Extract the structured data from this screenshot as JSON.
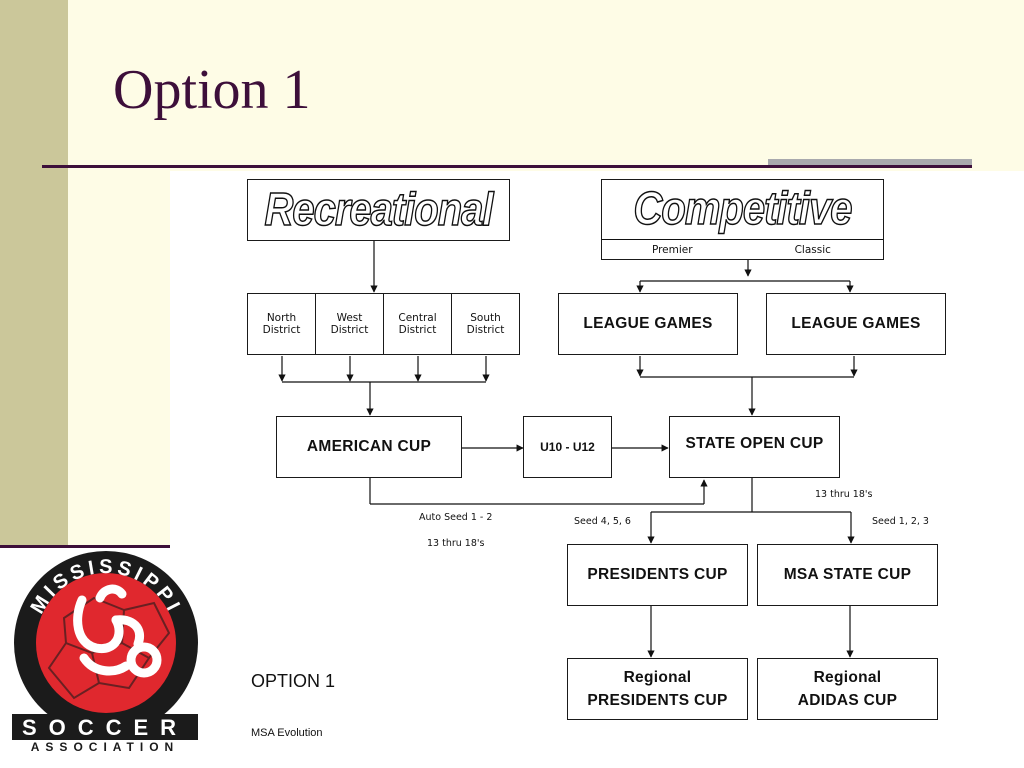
{
  "slide": {
    "title": "Option 1"
  },
  "diagram": {
    "recreational": "Recreational",
    "competitive": "Competitive",
    "premier": "Premier",
    "classic": "Classic",
    "districts": [
      {
        "line1": "North",
        "line2": "District"
      },
      {
        "line1": "West",
        "line2": "District"
      },
      {
        "line1": "Central",
        "line2": "District"
      },
      {
        "line1": "South",
        "line2": "District"
      }
    ],
    "league_games_1": "LEAGUE GAMES",
    "league_games_2": "LEAGUE GAMES",
    "american_cup": "AMERICAN CUP",
    "u10_u12": "U10 - U12",
    "state_open_cup": "STATE OPEN CUP",
    "auto_seed": "Auto Seed 1 - 2",
    "thru_left": "13 thru 18's",
    "thru_right": "13 thru 18's",
    "seed_456": "Seed 4, 5, 6",
    "seed_123": "Seed 1, 2, 3",
    "presidents_cup": "PRESIDENTS CUP",
    "msa_state_cup": "MSA STATE CUP",
    "regional_presidents_1": "Regional",
    "regional_presidents_2": "PRESIDENTS CUP",
    "regional_adidas_1": "Regional",
    "regional_adidas_2": "ADIDAS CUP",
    "option_label": "OPTION 1",
    "msa_evolution": "MSA Evolution"
  },
  "logo": {
    "arc_text": "MISSISSIPPI",
    "word1": "SOCCER",
    "word2": "ASSOCIATION"
  },
  "colors": {
    "title": "#3d0f3a",
    "left_bar": "#cbc79a",
    "cream": "#fefce6",
    "logo_red": "#e0282e"
  }
}
